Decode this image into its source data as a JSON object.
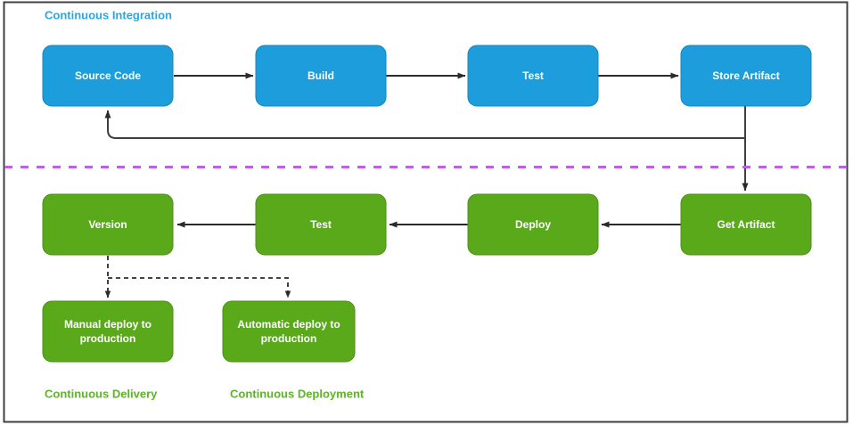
{
  "diagram": {
    "title_ci": "Continuous Integration",
    "label_continuous_delivery": "Continuous Delivery",
    "label_continuous_deployment": "Continuous Deployment",
    "colors": {
      "ci_blue": "#1d9ddb",
      "cd_green": "#5aa91b",
      "divider_purple": "#c05cf0",
      "arrow_dark": "#3f3f3f",
      "border_gray": "#404040",
      "ci_title": "#28a8e0",
      "cd_title": "#5cb424",
      "node_text": "#ffffff"
    },
    "ci_nodes": [
      {
        "id": "source-code",
        "label": "Source Code"
      },
      {
        "id": "build",
        "label": "Build"
      },
      {
        "id": "test-ci",
        "label": "Test"
      },
      {
        "id": "store-artifact",
        "label": "Store Artifact"
      }
    ],
    "cd_nodes": [
      {
        "id": "version",
        "label": "Version"
      },
      {
        "id": "test-cd",
        "label": "Test"
      },
      {
        "id": "deploy",
        "label": "Deploy"
      },
      {
        "id": "get-artifact",
        "label": "Get Artifact"
      }
    ],
    "deploy_targets": [
      {
        "id": "manual-deploy",
        "line1": "Manual deploy to",
        "line2": "production"
      },
      {
        "id": "automatic-deploy",
        "line1": "Automatic deploy to",
        "line2": "production"
      }
    ]
  }
}
